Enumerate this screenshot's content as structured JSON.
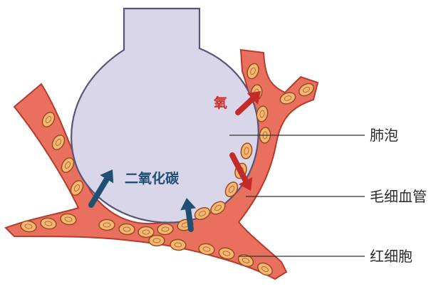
{
  "labels": {
    "alveolus": "肺泡",
    "capillary": "毛细血管",
    "red_blood_cell": "红细胞",
    "oxygen": "氧",
    "carbon_dioxide": "二氧化碳"
  },
  "colors": {
    "vessel_fill": "#e9705f",
    "vessel_stroke": "#b73b2b",
    "rbc_fill": "#f4b873",
    "rbc_stroke": "#9c4a1e",
    "alveolus_fill": "#d9d6ea",
    "alveolus_stroke": "#5a5577",
    "oxygen_arrow": "#c42a27",
    "co2_arrow": "#1f4f73",
    "oxygen_text": "#d0302c",
    "co2_text": "#1f4f73",
    "leader_line": "#333333"
  }
}
